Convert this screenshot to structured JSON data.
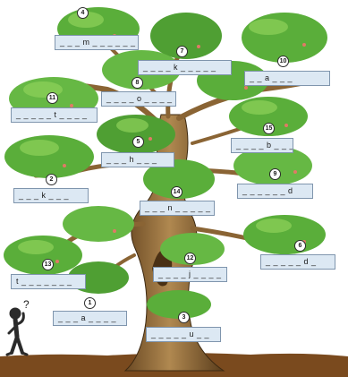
{
  "colors": {
    "trunk": "#a07a42",
    "trunk_dark": "#5a3d1c",
    "leaf": "#5aae3a",
    "leaf_light": "#8fd25a",
    "berry": "#e07a66",
    "ground": "#7a4a1e",
    "slot_fill": "#dce8f3"
  },
  "figure": {
    "icon": "thinking-person-icon",
    "symbol": "?"
  },
  "clues": [
    {
      "num": "4",
      "pattern": "_ _ _ m _ _ _ _ _ _"
    },
    {
      "num": "7",
      "pattern": "_ _ _ _ k _ _ _ _ _"
    },
    {
      "num": "10",
      "pattern": "_ _ a _ _ _"
    },
    {
      "num": "8",
      "pattern": "_ _ _ _ o _ _ _ _"
    },
    {
      "num": "11",
      "pattern": "_ _ _ _ _ t _ _ _ _"
    },
    {
      "num": "15",
      "pattern": "_ _ _ _ b _ _ _"
    },
    {
      "num": "5",
      "pattern": "_ _ _ h _ _ _"
    },
    {
      "num": "2",
      "pattern": "_ _ _ k _ _ _"
    },
    {
      "num": "9",
      "pattern": "_ _ _ _ _ _ d"
    },
    {
      "num": "14",
      "pattern": "_ _ _ n _ _ _ _ _"
    },
    {
      "num": "6",
      "pattern": "_ _ _ _ _ d _"
    },
    {
      "num": "13",
      "pattern": "t _ _ _ _ _ _ _"
    },
    {
      "num": "12",
      "pattern": "_ _ _ _ j _ _ _ _"
    },
    {
      "num": "1",
      "pattern": "_ _ _ a _ _ _ _"
    },
    {
      "num": "3",
      "pattern": "_ _ _ _ _ u _ _"
    }
  ]
}
